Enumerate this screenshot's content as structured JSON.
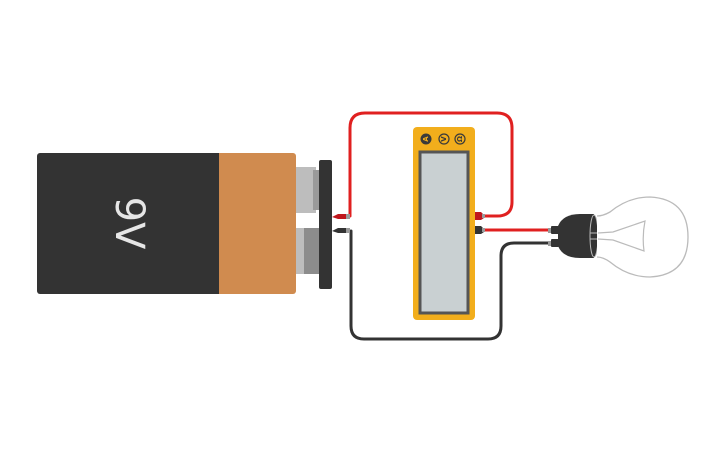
{
  "diagram": {
    "type": "circuit-schematic-breadboard-view",
    "components": {
      "battery": {
        "label": "9V",
        "body_color": "#333333",
        "cap_color": "#d08b4f",
        "terminal_colors": [
          "#bdbdbd",
          "#8c8c8c"
        ]
      },
      "multimeter": {
        "body_color": "#f2ae1c",
        "screen_color": "#c9d0d2",
        "screen_border": "#555555",
        "modes": [
          {
            "label": "A",
            "selected": true
          },
          {
            "label": "V",
            "selected": false
          },
          {
            "label": "Ω",
            "selected": false
          }
        ]
      },
      "light_bulb": {
        "base_color": "#333333",
        "glass_stroke": "#bbbbbb"
      }
    },
    "wires": [
      {
        "name": "positive-wire",
        "color": "#e02020",
        "from": "battery+",
        "to": "multimeter+"
      },
      {
        "name": "meter-to-bulb-wire",
        "color": "#e02020",
        "from": "multimeter-",
        "to": "bulb-a"
      },
      {
        "name": "negative-wire",
        "color": "#333333",
        "from": "battery-",
        "to": "bulb-b"
      }
    ]
  }
}
